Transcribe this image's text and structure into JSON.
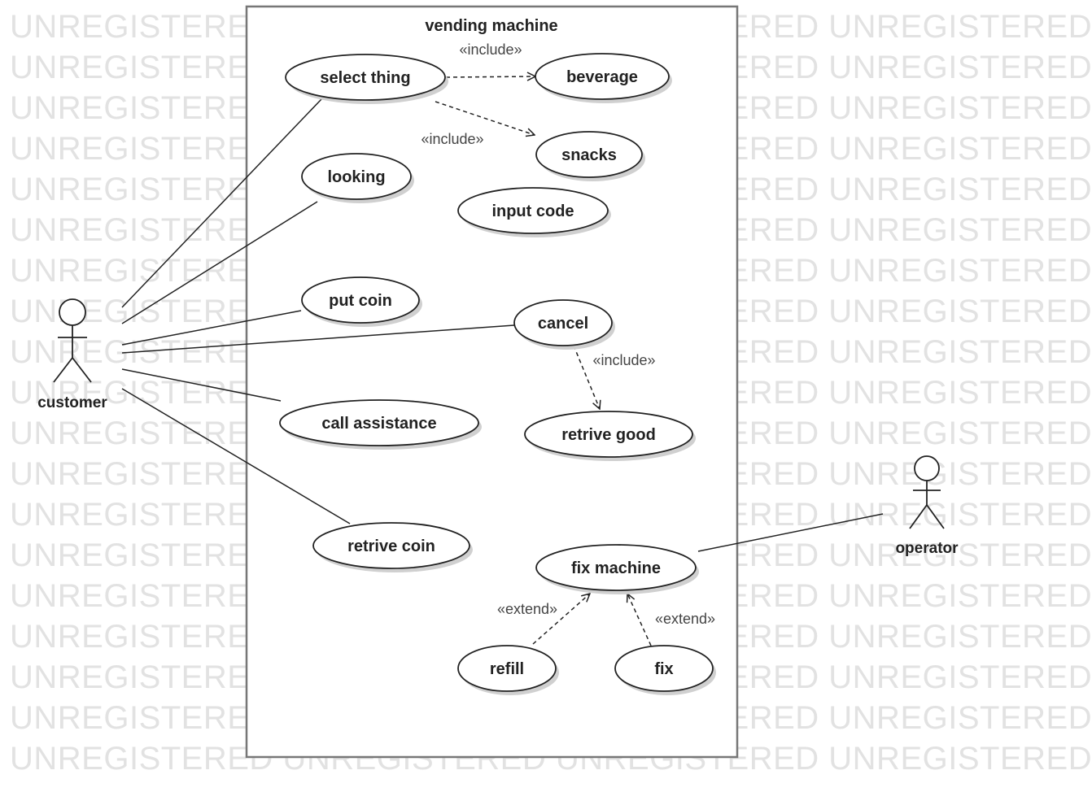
{
  "watermark": {
    "rows": [
      "UNREGISTERED UNREGISTERED UNREGISTERED UNREGISTERED",
      "UNREGISTERED UNREGISTERED UNREGISTERED UNREGISTERED",
      "UNREGISTERED UNREGISTERED UNREGISTERED UNREGISTERED",
      "UNREGISTERED UNREGISTERED UNREGISTERED UNREGISTERED",
      "UNREGISTERED UNREGISTERED UNREGISTERED UNREGISTERED",
      "UNREGISTERED UNREGISTERED UNREGISTERED UNREGISTERED",
      "UNREGISTERED UNREGISTERED UNREGISTERED UNREGISTERED",
      "UNREGISTERED UNREGISTERED UNREGISTERED UNREGISTERED",
      "UNREGISTERED UNREGISTERED UNREGISTERED UNREGISTERED",
      "UNREGISTERED UNREGISTERED UNREGISTERED UNREGISTERED",
      "UNREGISTERED UNREGISTERED UNREGISTERED UNREGISTERED",
      "UNREGISTERED UNREGISTERED UNREGISTERED UNREGISTERED",
      "UNREGISTERED UNREGISTERED UNREGISTERED UNREGISTERED",
      "UNREGISTERED UNREGISTERED UNREGISTERED UNREGISTERED",
      "UNREGISTERED UNREGISTERED UNREGISTERED UNREGISTERED",
      "UNREGISTERED UNREGISTERED UNREGISTERED UNREGISTERED",
      "UNREGISTERED UNREGISTERED UNREGISTERED UNREGISTERED",
      "UNREGISTERED UNREGISTERED UNREGISTERED UNREGISTERED",
      "UNREGISTERED UNREGISTERED UNREGISTERED UNREGISTERED"
    ]
  },
  "system": {
    "title": "vending machine"
  },
  "actors": {
    "customer": "customer",
    "operator": "operator"
  },
  "use_cases": {
    "select_thing": "select thing",
    "beverage": "beverage",
    "snacks": "snacks",
    "looking": "looking",
    "input_code": "input code",
    "put_coin": "put coin",
    "cancel": "cancel",
    "call_assistance": "call assistance",
    "retrive_good": "retrive good",
    "retrive_coin": "retrive coin",
    "fix_machine": "fix machine",
    "refill": "refill",
    "fix": "fix"
  },
  "stereotypes": {
    "include_beverage": "«include»",
    "include_snacks": "«include»",
    "include_retrive_good": "«include»",
    "extend_refill": "«extend»",
    "extend_fix": "«extend»"
  },
  "colors": {
    "stroke": "#222222",
    "boundary": "#777777",
    "watermark": "#e2e2e2",
    "shadow": "#d0d0d0"
  }
}
